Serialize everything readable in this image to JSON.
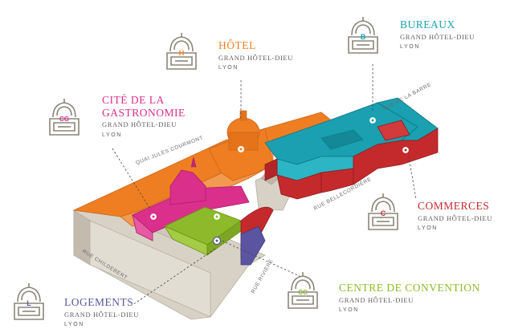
{
  "colors": {
    "hotel": "#ef7e22",
    "bureaux": "#1aa0b0",
    "cite": "#db2f8c",
    "commerces": "#c42a2c",
    "convention": "#8dba2a",
    "logements": "#5a54a1",
    "stone": "#d8d2c6",
    "logo": "#8a8578"
  },
  "labels": {
    "hotel": {
      "title": "HÔTEL",
      "subtitle": "GRAND HÔTEL-DIEU",
      "city": "LYON",
      "letter": "H"
    },
    "bureaux": {
      "title": "BUREAUX",
      "subtitle": "GRAND HÔTEL-DIEU",
      "city": "LYON",
      "letter": "B"
    },
    "cite": {
      "title_line1": "CITÉ DE LA",
      "title_line2": "GASTRONOMIE",
      "subtitle": "GRAND HÔTEL-DIEU",
      "city": "LYON",
      "letter": "CG"
    },
    "commerces": {
      "title": "COMMERCES",
      "subtitle": "GRAND HÔTEL-DIEU",
      "city": "LYON",
      "letter": "C"
    },
    "convention": {
      "title": "CENTRE DE CONVENTION",
      "subtitle": "GRAND HÔTEL-DIEU",
      "city": "LYON",
      "letter": "CC"
    },
    "logements": {
      "title": "LOGEMENTS",
      "subtitle": "GRAND HÔTEL-DIEU",
      "city": "LYON",
      "letter": "L"
    }
  },
  "streets": {
    "quai": "QUAI JULES COURMONT",
    "barre": "RUE DE LA BARRE",
    "bellecordiere": "RUE BELLECORDIÈRE",
    "childebert": "RUE CHILDEBERT",
    "riviere": "RUE RIVIÈRE"
  }
}
